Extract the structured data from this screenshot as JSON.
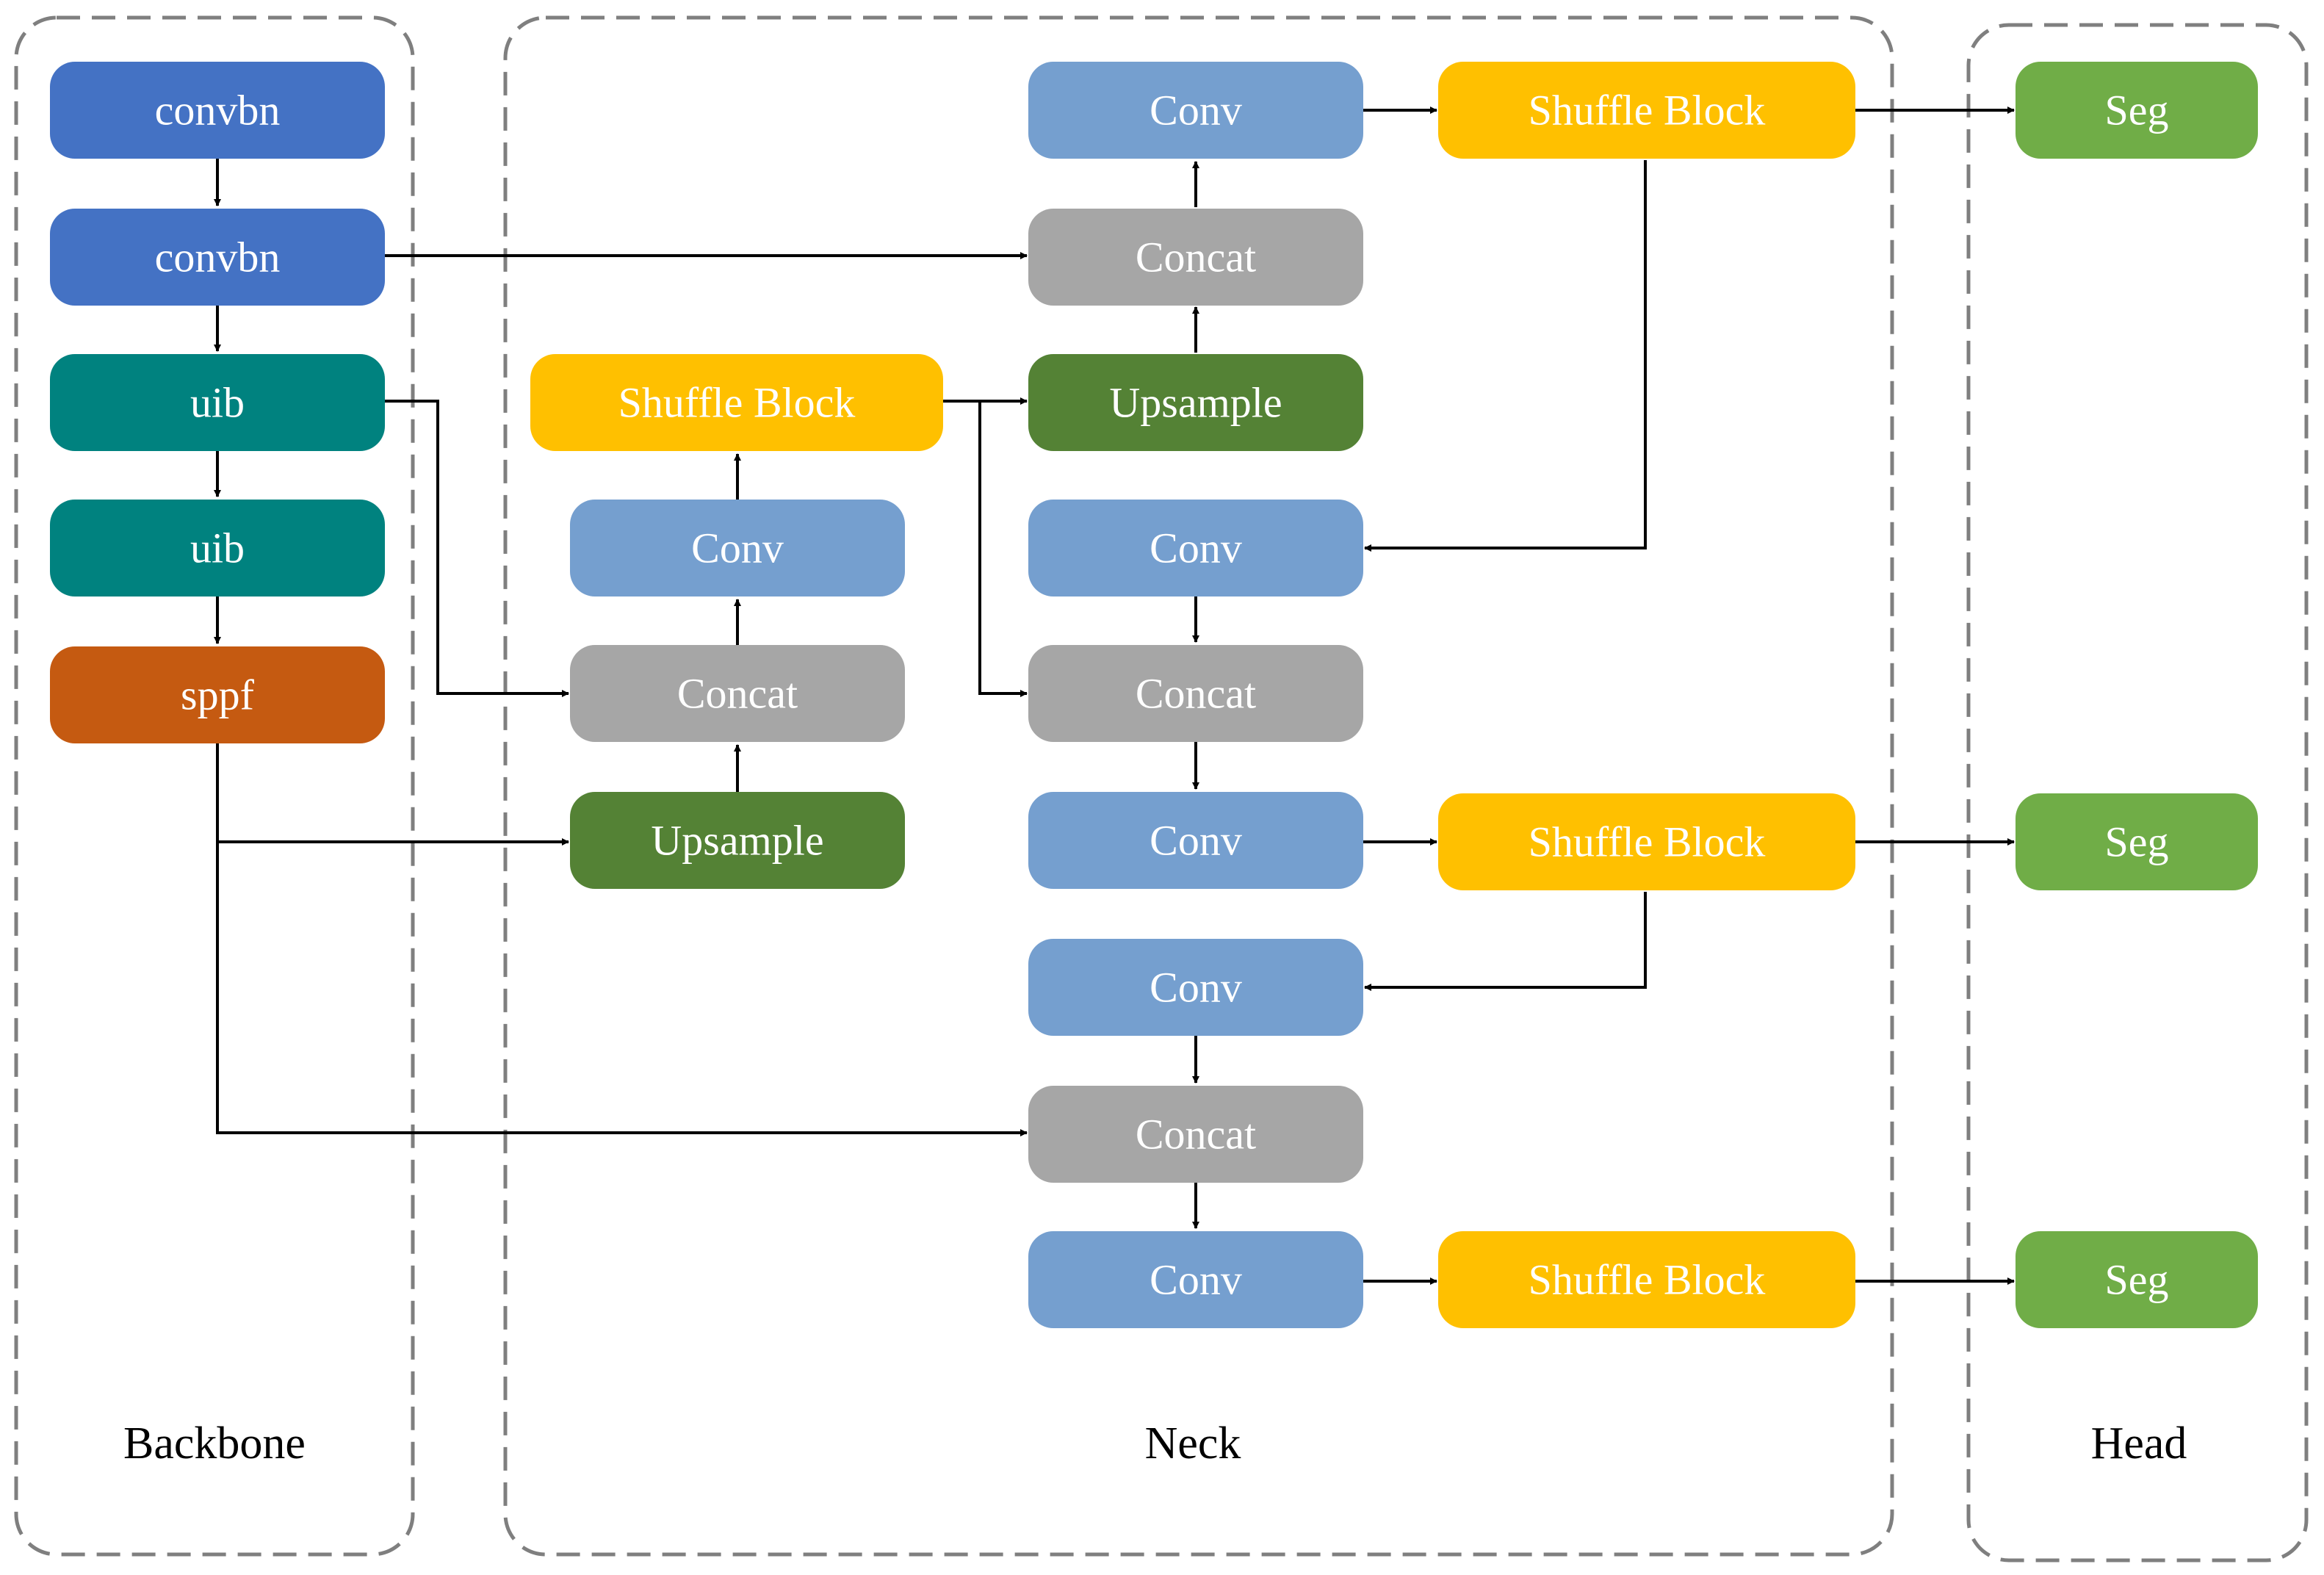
{
  "colors": {
    "convbn": "#4472C4",
    "uib": "#00827F",
    "sppf": "#C55A11",
    "conv": "#759FCF",
    "concat": "#A6A6A6",
    "upsample": "#548235",
    "shuffle": "#FFC000",
    "seg": "#70AD47"
  },
  "groups": {
    "backbone": "Backbone",
    "neck": "Neck",
    "head": "Head"
  },
  "nodes": {
    "b_convbn1": "convbn",
    "b_convbn2": "convbn",
    "b_uib1": "uib",
    "b_uib2": "uib",
    "b_sppf": "sppf",
    "m_upsample": "Upsample",
    "m_concat": "Concat",
    "m_conv": "Conv",
    "m_shuffle": "Shuffle Block",
    "c_conv_top": "Conv",
    "c_concat1": "Concat",
    "c_upsample": "Upsample",
    "c_conv2": "Conv",
    "c_concat2": "Concat",
    "c_conv3": "Conv",
    "c_conv4": "Conv",
    "c_concat3": "Concat",
    "c_conv5": "Conv",
    "s_shuffle1": "Shuffle Block",
    "s_shuffle2": "Shuffle Block",
    "s_shuffle3": "Shuffle Block",
    "h_seg1": "Seg",
    "h_seg2": "Seg",
    "h_seg3": "Seg"
  }
}
